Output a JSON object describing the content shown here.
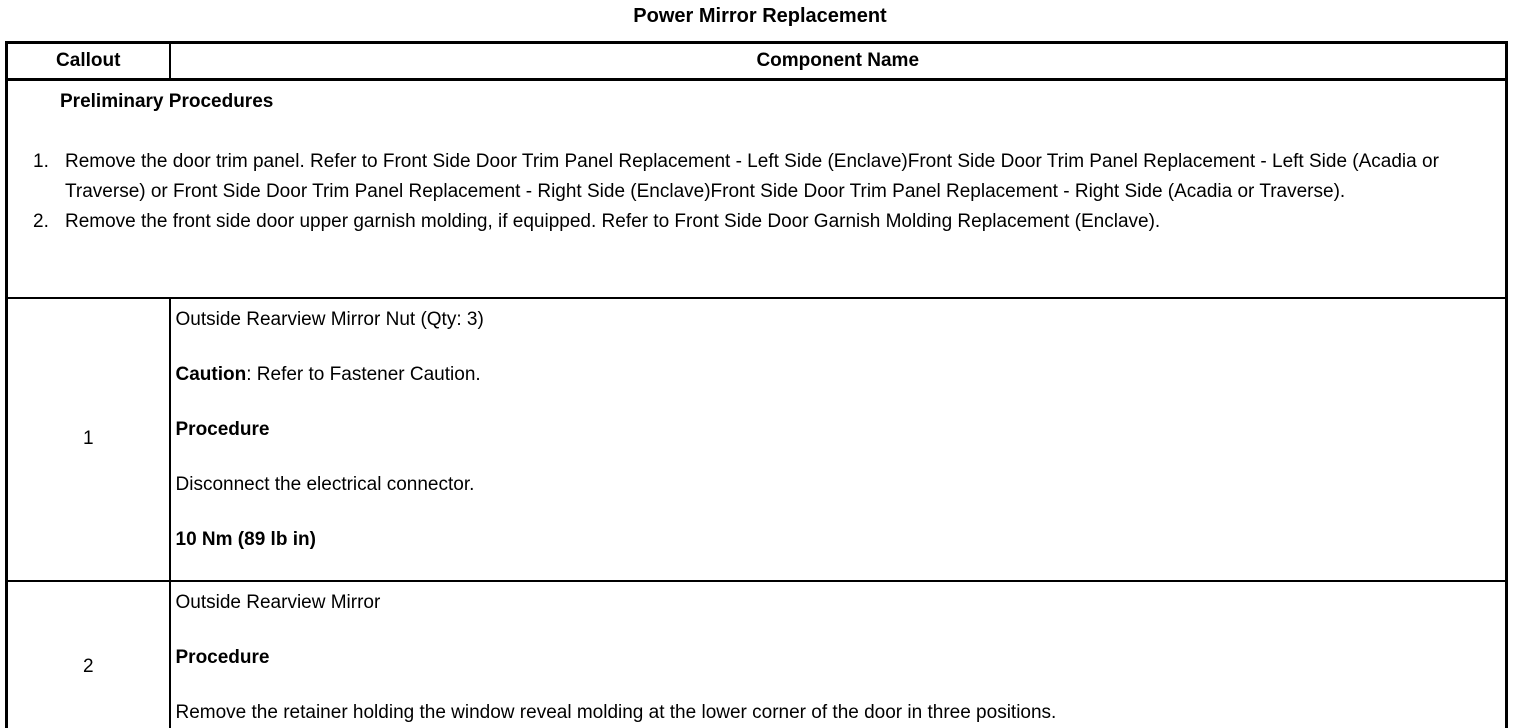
{
  "page": {
    "title": "Power Mirror Replacement"
  },
  "table": {
    "headers": {
      "callout": "Callout",
      "component": "Component Name"
    },
    "preliminary": {
      "heading": "Preliminary Procedures",
      "steps": [
        {
          "num": "1.",
          "text": "Remove the door trim panel. Refer to Front Side Door Trim Panel Replacement - Left Side (Enclave)Front Side Door Trim Panel Replacement - Left Side (Acadia or Traverse) or Front Side Door Trim Panel Replacement - Right Side (Enclave)Front Side Door Trim Panel Replacement - Right Side (Acadia or Traverse)."
        },
        {
          "num": "2.",
          "text": "Remove the front side door upper garnish molding, if equipped. Refer to Front Side Door Garnish Molding Replacement (Enclave)."
        }
      ]
    },
    "rows": [
      {
        "callout": "1",
        "component_name": "Outside Rearview Mirror Nut (Qty: 3)",
        "caution_label": "Caution",
        "caution_text": ": Refer to Fastener Caution.",
        "procedure_label": "Procedure",
        "procedure_text": "Disconnect the electrical connector.",
        "torque": "10 Nm (89 lb in)"
      },
      {
        "callout": "2",
        "component_name": "Outside Rearview Mirror",
        "procedure_label": "Procedure",
        "procedure_text": "Remove the retainer holding the window reveal molding at the lower corner of the door in three positions."
      }
    ]
  }
}
